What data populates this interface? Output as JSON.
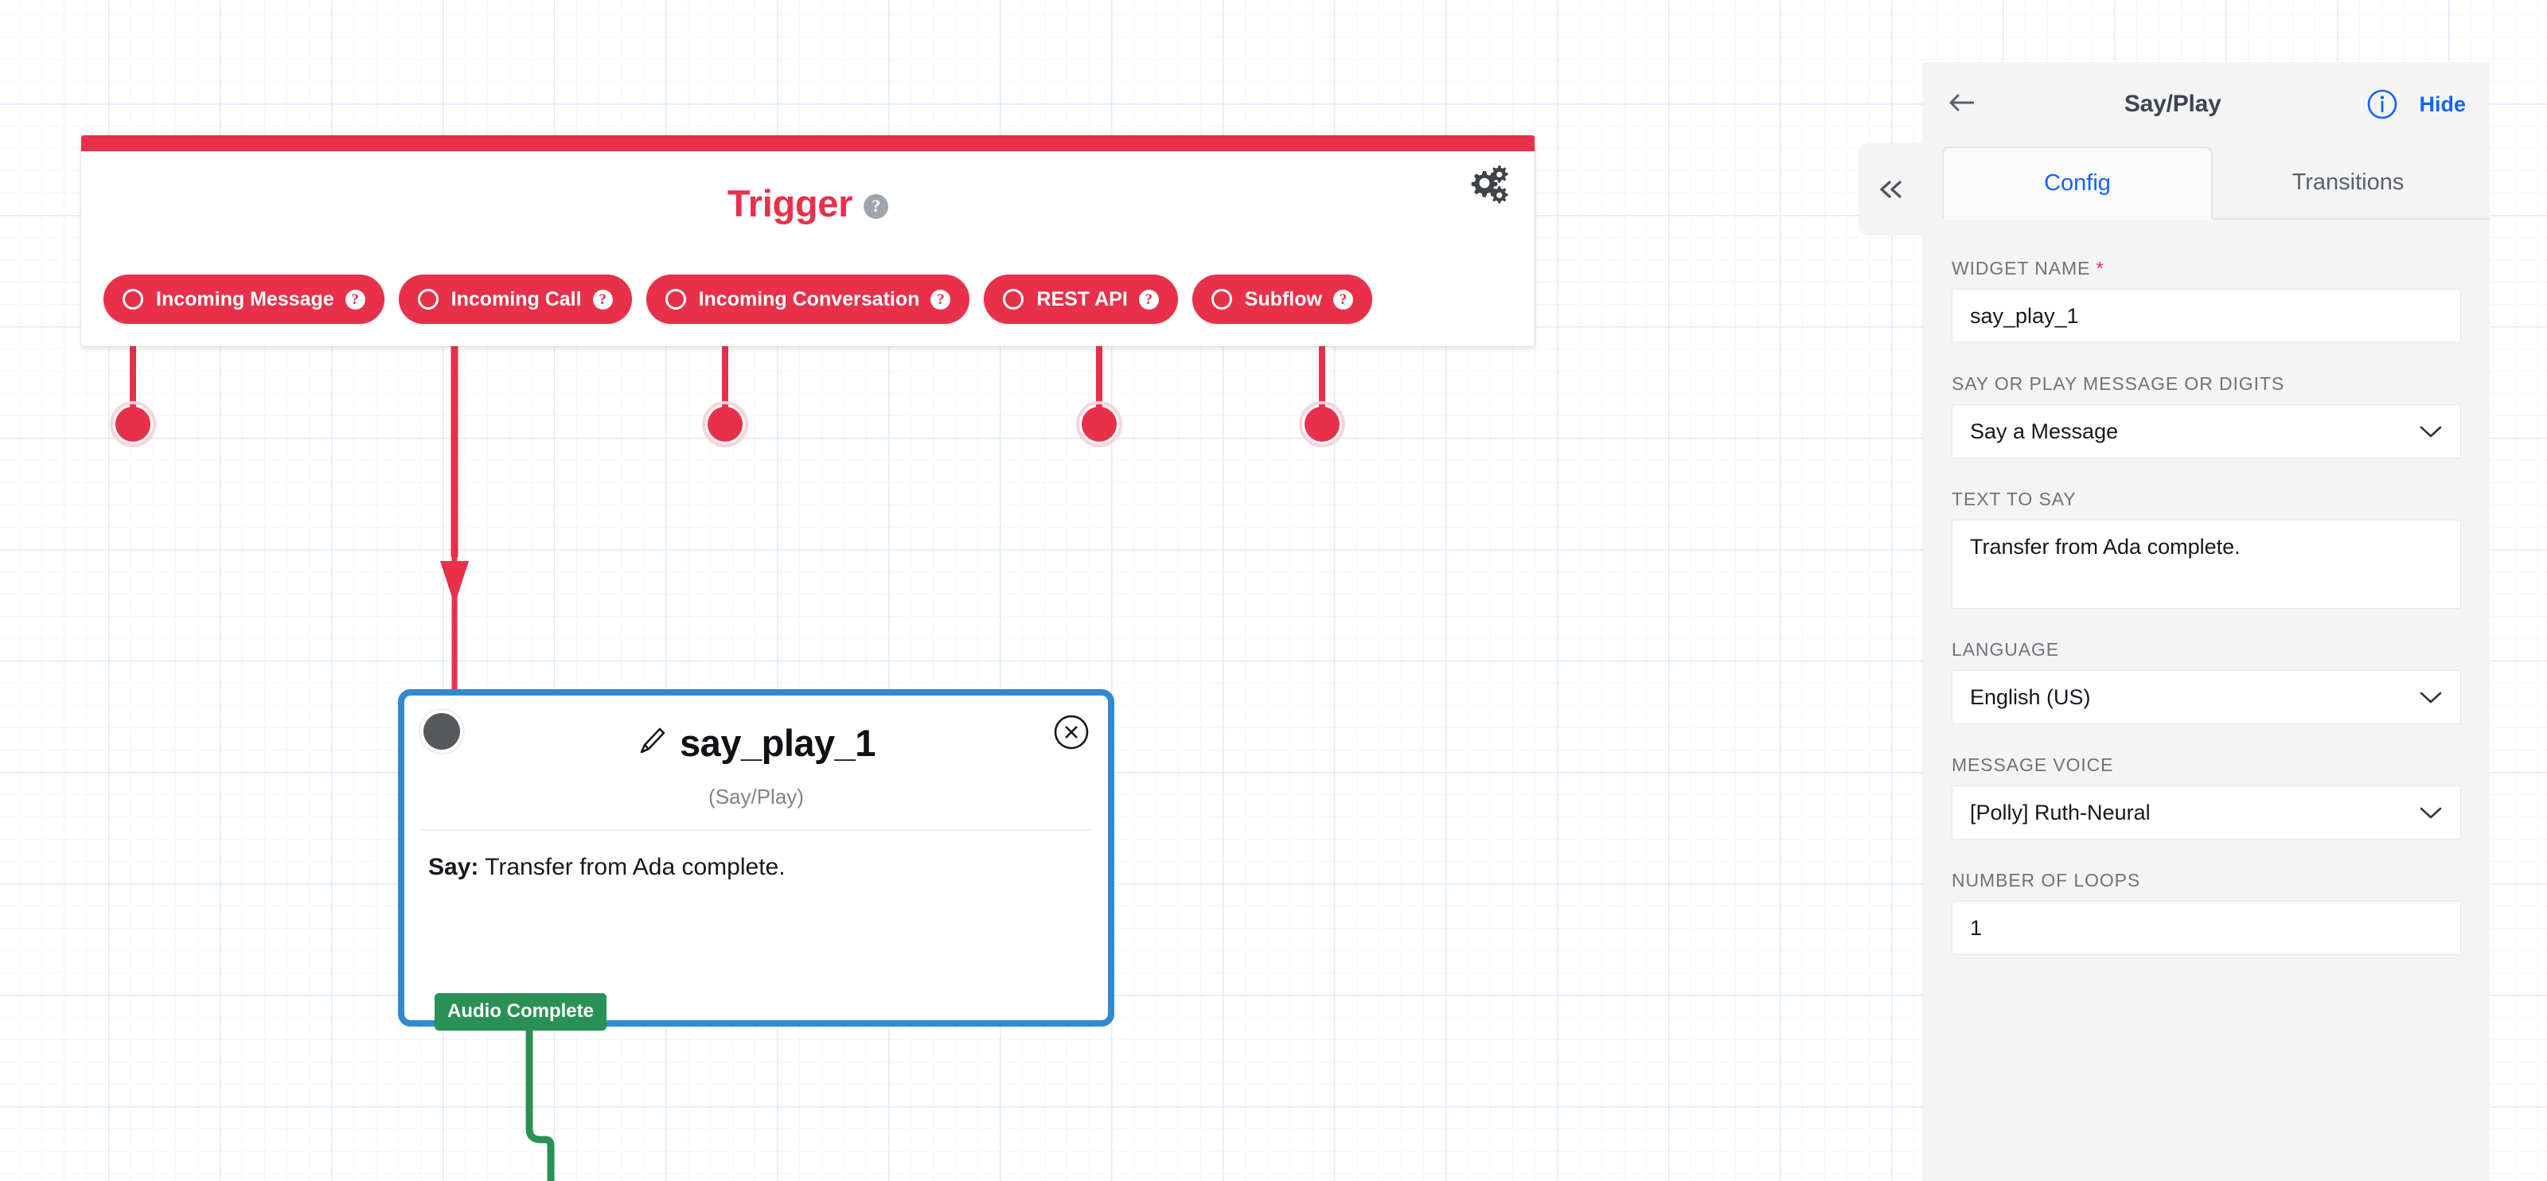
{
  "canvas": {
    "trigger": {
      "title": "Trigger",
      "help_badge": "?",
      "settings_icon": "gears-icon",
      "accent_color": "#e8304a",
      "pills": [
        {
          "label": "Incoming Message",
          "help": "?"
        },
        {
          "label": "Incoming Call",
          "help": "?"
        },
        {
          "label": "Incoming Conversation",
          "help": "?"
        },
        {
          "label": "REST API",
          "help": "?"
        },
        {
          "label": "Subflow",
          "help": "?"
        }
      ]
    },
    "node": {
      "title": "say_play_1",
      "subtitle": "(Say/Play)",
      "body_label": "Say:",
      "body_text": "Transfer from Ada complete.",
      "transition_tag": "Audio Complete",
      "selected_color": "#3289ce",
      "transition_color": "#2a9156"
    }
  },
  "panel": {
    "back_icon": "arrow-left-icon",
    "title": "Say/Play",
    "info_icon": "info-circle-icon",
    "hide_label": "Hide",
    "collapse_icon": "chevron-double-left-icon",
    "link_color": "#1464f6",
    "tabs": [
      {
        "label": "Config",
        "active": true
      },
      {
        "label": "Transitions",
        "active": false
      }
    ],
    "fields": [
      {
        "label": "WIDGET NAME",
        "required": true,
        "type": "text",
        "value": "say_play_1"
      },
      {
        "label": "SAY OR PLAY MESSAGE OR DIGITS",
        "required": false,
        "type": "select",
        "value": "Say a Message"
      },
      {
        "label": "TEXT TO SAY",
        "required": false,
        "type": "textarea",
        "value": "Transfer from Ada complete."
      },
      {
        "label": "LANGUAGE",
        "required": false,
        "type": "select",
        "value": "English (US)"
      },
      {
        "label": "MESSAGE VOICE",
        "required": false,
        "type": "select",
        "value": "[Polly] Ruth-Neural"
      },
      {
        "label": "NUMBER OF LOOPS",
        "required": false,
        "type": "text",
        "value": "1"
      }
    ]
  }
}
